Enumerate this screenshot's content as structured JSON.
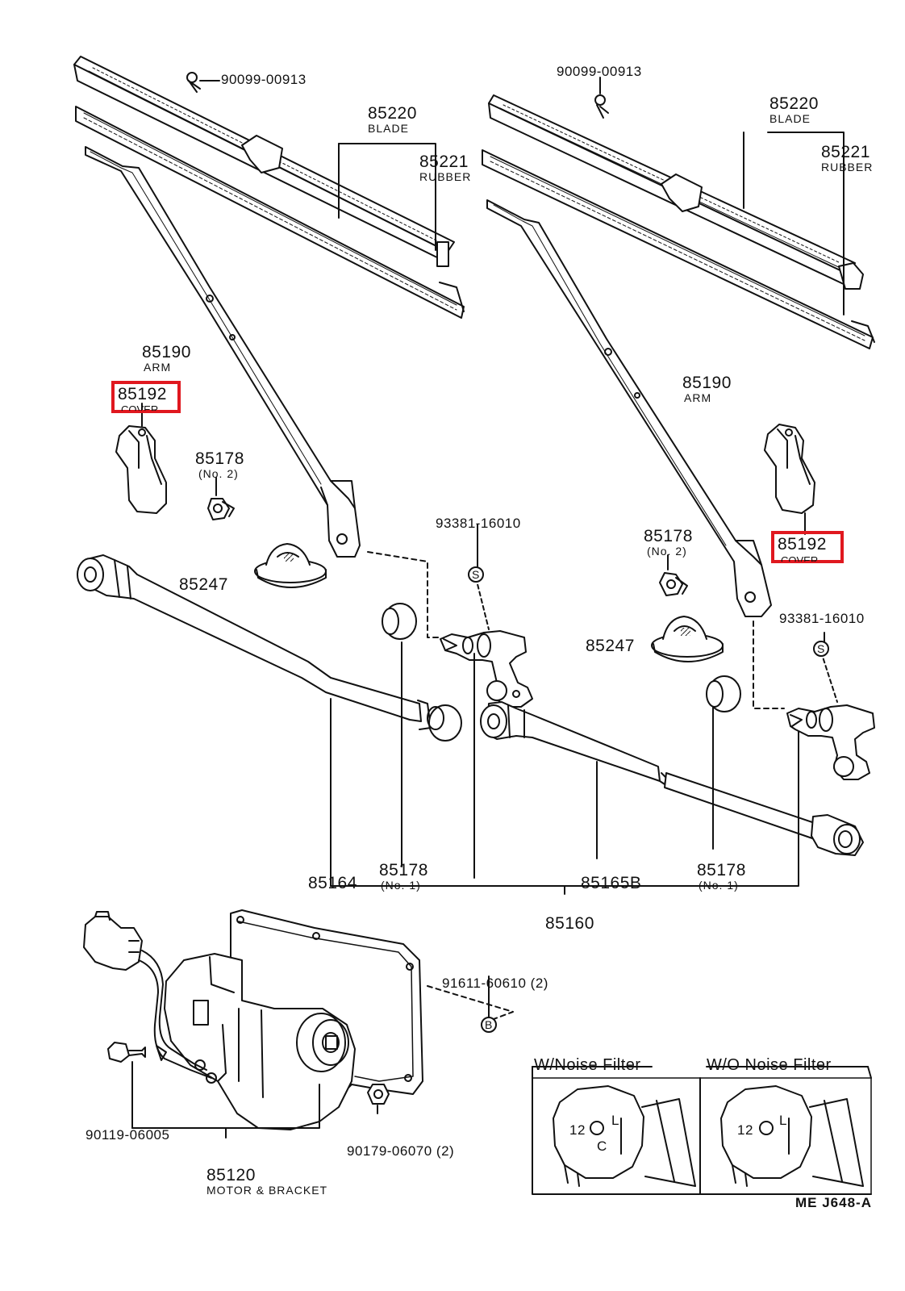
{
  "labels": {
    "left_screw": "90099-00913",
    "right_screw": "90099-00913",
    "left_blade_num": "85220",
    "left_blade_txt": "BLADE",
    "left_rubber_num": "85221",
    "left_rubber_txt": "RUBBER",
    "right_blade_num": "85220",
    "right_blade_txt": "BLADE",
    "right_rubber_num": "85221",
    "right_rubber_txt": "RUBBER",
    "left_arm_num": "85190",
    "left_arm_txt": "ARM",
    "right_arm_num": "85190",
    "right_arm_txt": "ARM",
    "left_cover_num": "85192",
    "left_cover_txt": "COVER",
    "right_cover_num": "85192",
    "right_cover_txt": "COVER",
    "left_nut_num": "85178",
    "left_nut_txt": "(No. 2)",
    "right_nut_num": "85178",
    "right_nut_txt": "(No. 2)",
    "left_cap": "85247",
    "right_cap": "85247",
    "left_pivot_bolt": "93381-16010",
    "right_pivot_bolt": "93381-16010",
    "link_left": "85164",
    "bush_left_num": "85178",
    "bush_left_txt": "(No. 1)",
    "link_right": "85165B",
    "bush_right_num": "85178",
    "bush_right_txt": "(No. 1)",
    "link_assy": "85160",
    "bolt_motor": "91611-60610 (2)",
    "bolt_small": "90119-06005",
    "nut_motor": "90179-06070 (2)",
    "motor_num": "85120",
    "motor_txt": "MOTOR & BRACKET",
    "panel_left_title": "W/Noise Filter",
    "panel_right_title": "W/O  Noise  Filter",
    "panel_left_terms": [
      "12",
      "L",
      "C"
    ],
    "panel_right_terms": [
      "12",
      "L"
    ],
    "diagram_code": "ME  J648-A",
    "symbol_s": "S",
    "symbol_b": "B"
  },
  "highlight_color": "#e0181f"
}
